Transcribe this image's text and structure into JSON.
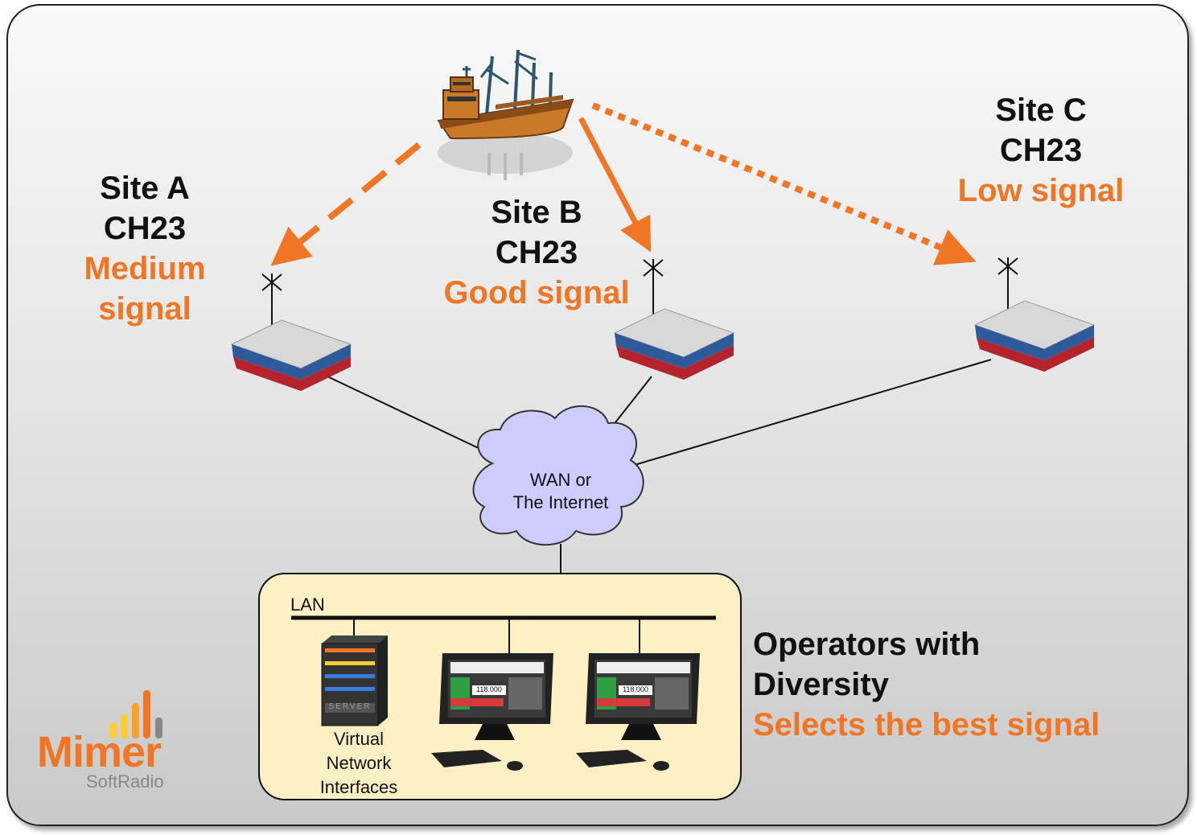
{
  "sites": [
    {
      "name": "Site A",
      "channel": "CH23",
      "signal": "Medium\nsignal",
      "arrow_style": "dashed"
    },
    {
      "name": "Site B",
      "channel": "CH23",
      "signal": "Good signal",
      "arrow_style": "solid"
    },
    {
      "name": "Site C",
      "channel": "CH23",
      "signal": "Low signal",
      "arrow_style": "dotted"
    }
  ],
  "cloud": {
    "line1": "WAN or",
    "line2": "The Internet"
  },
  "lan": {
    "label": "LAN"
  },
  "server": {
    "label_line1": "Virtual",
    "label_line2": "Network",
    "label_line3": "Interfaces",
    "plate_text": "SERVER"
  },
  "operators": {
    "title_line1": "Operators with",
    "title_line2": "Diversity",
    "subtitle": "Selects the best signal"
  },
  "console": {
    "freq_display": "118.000"
  },
  "logo": {
    "word": "Mimer",
    "sub": "SoftRadio"
  },
  "colors": {
    "accent": "#f07524",
    "cloud": "#ccccff",
    "ops_box": "#fdf0c4",
    "radio_blue": "#2f5a99",
    "radio_red": "#b3242c",
    "ship_hull": "#c87a2a"
  }
}
